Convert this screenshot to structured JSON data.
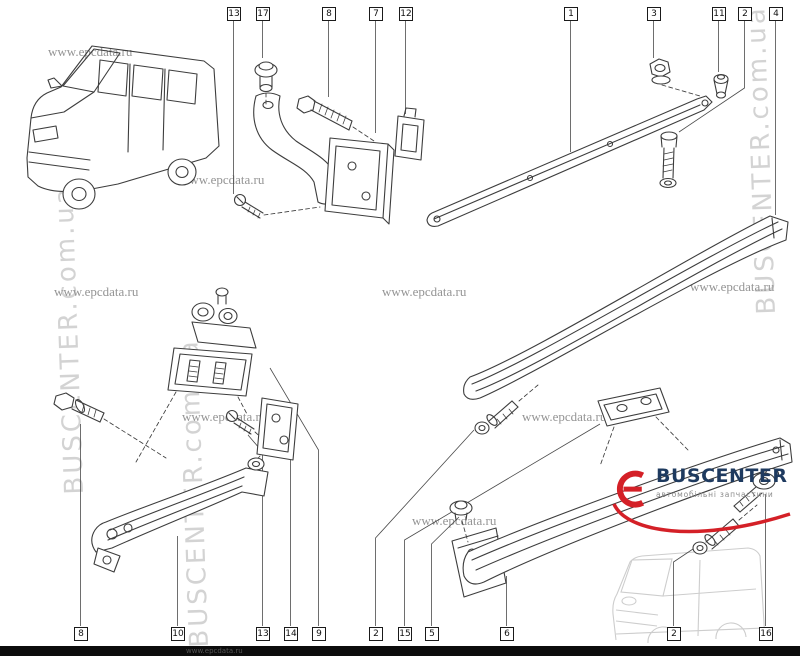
{
  "callouts_top": [
    {
      "label": "13"
    },
    {
      "label": "17"
    },
    {
      "label": "8"
    },
    {
      "label": "7"
    },
    {
      "label": "12"
    },
    {
      "label": "1"
    },
    {
      "label": "3"
    },
    {
      "label": "11"
    },
    {
      "label": "2"
    },
    {
      "label": "4"
    }
  ],
  "callouts_bottom": [
    {
      "label": "8"
    },
    {
      "label": "10"
    },
    {
      "label": "13"
    },
    {
      "label": "14"
    },
    {
      "label": "9"
    },
    {
      "label": "2"
    },
    {
      "label": "15"
    },
    {
      "label": "5"
    },
    {
      "label": "6"
    },
    {
      "label": "2"
    },
    {
      "label": "16"
    }
  ],
  "watermarks": {
    "site_text": "www.epcdata.ru",
    "diagonal_text": "BUSCENTER.com.ua"
  },
  "logo": {
    "name": "BUSCENTER",
    "tagline": "автомобільні запчастини"
  },
  "colors": {
    "line_art": "#3d3d3d",
    "watermark_gray": "#949494",
    "logo_accent": "#d42027",
    "logo_text": "#1e3a5f",
    "bottom_bar": "#0c0c0c"
  }
}
